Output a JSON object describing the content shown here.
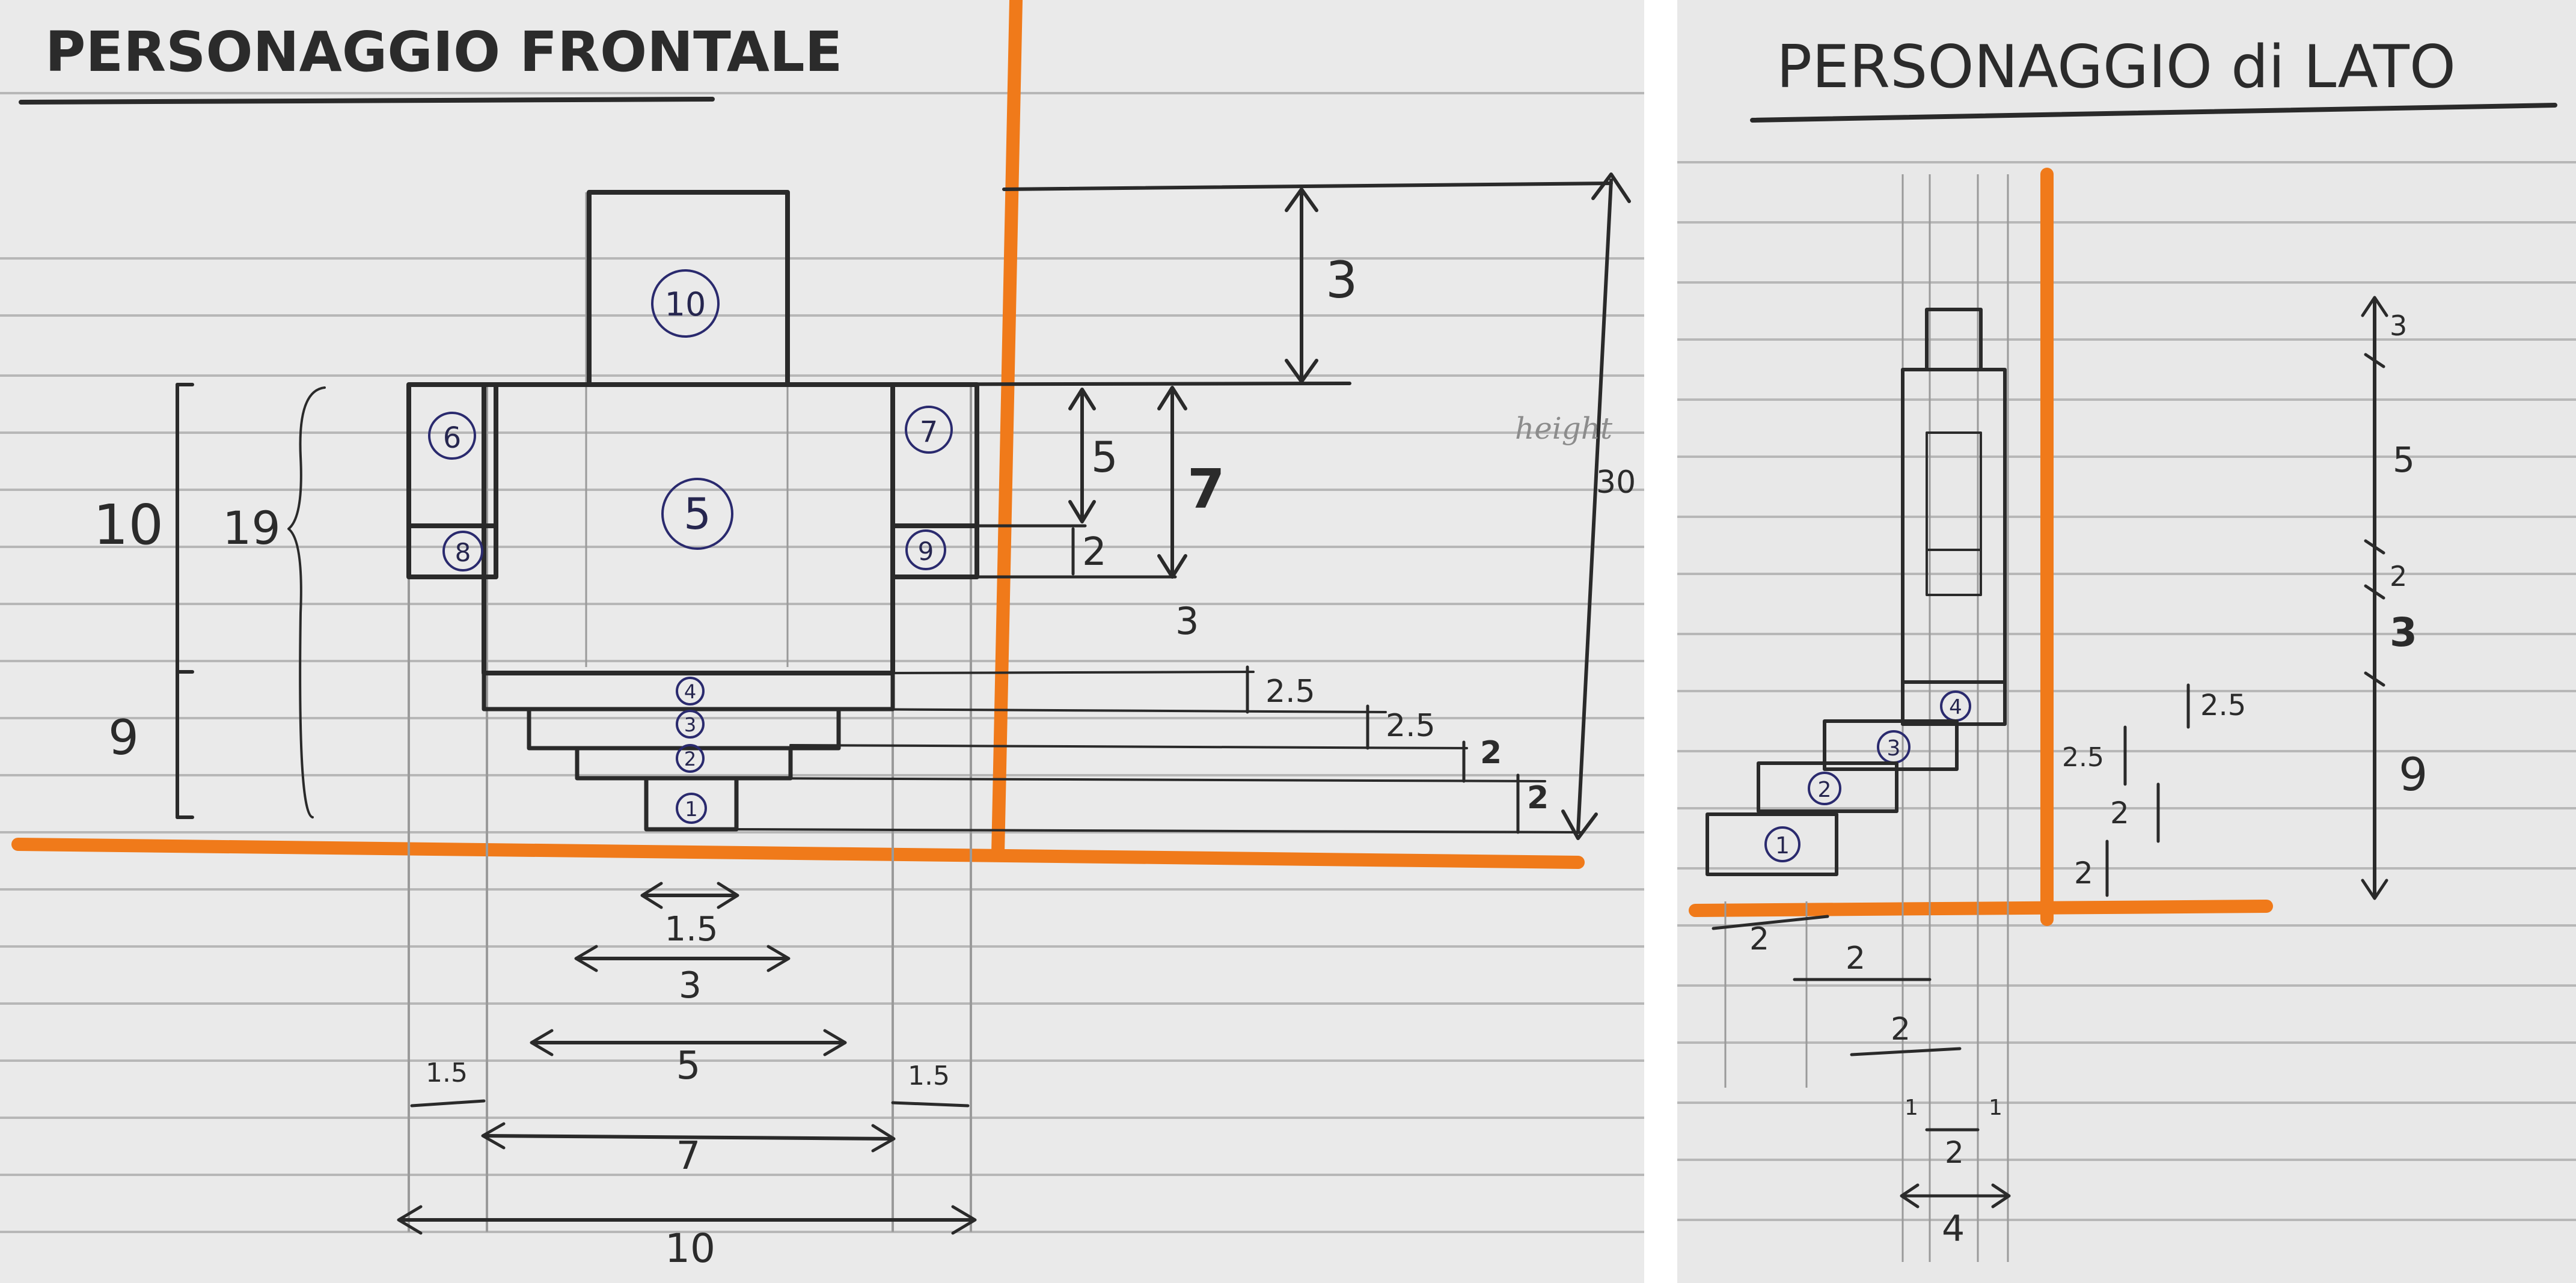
{
  "colors": {
    "paper": "#eaeaea",
    "pencil": "#2a2a2a",
    "orange_marker": "#f07a1a",
    "blue_ink": "#26264f"
  },
  "frontal": {
    "title": "PERSONAGGIO FRONTALE",
    "part_labels": {
      "p10": "10",
      "p5": "5",
      "p6": "6",
      "p7": "7",
      "p8": "8",
      "p9": "9",
      "p4": "4",
      "p3": "3",
      "p2": "2",
      "p1": "1"
    },
    "dims": {
      "head_h": "3",
      "body_h": "5",
      "arm_h": "2",
      "torso_h": "7",
      "gap": "3",
      "step4": "2.5",
      "step3": "2.5",
      "step2": "2",
      "step1": "2",
      "total_h": "30",
      "height_word": "height",
      "left_10": "10",
      "left_19": "19",
      "left_9": "9",
      "w_15": "1.5",
      "w_3": "3",
      "w_5": "5",
      "w_7": "7",
      "w_10": "10",
      "side_left": "1.5",
      "side_right": "1.5"
    }
  },
  "side": {
    "title": "PERSONAGGIO di LATO",
    "part_labels": {
      "p4": "4",
      "p3": "3",
      "p2": "2",
      "p1": "1"
    },
    "dims": {
      "v3": "3",
      "v5": "5",
      "v2": "2",
      "v3b": "3",
      "v9": "9",
      "s25a": "2.5",
      "s25b": "2.5",
      "s2a": "2",
      "s2b": "2",
      "h2a": "2",
      "h2b": "2",
      "h2c": "2",
      "h1a": "1",
      "h1b": "1",
      "h2d": "2",
      "h4": "4"
    }
  }
}
